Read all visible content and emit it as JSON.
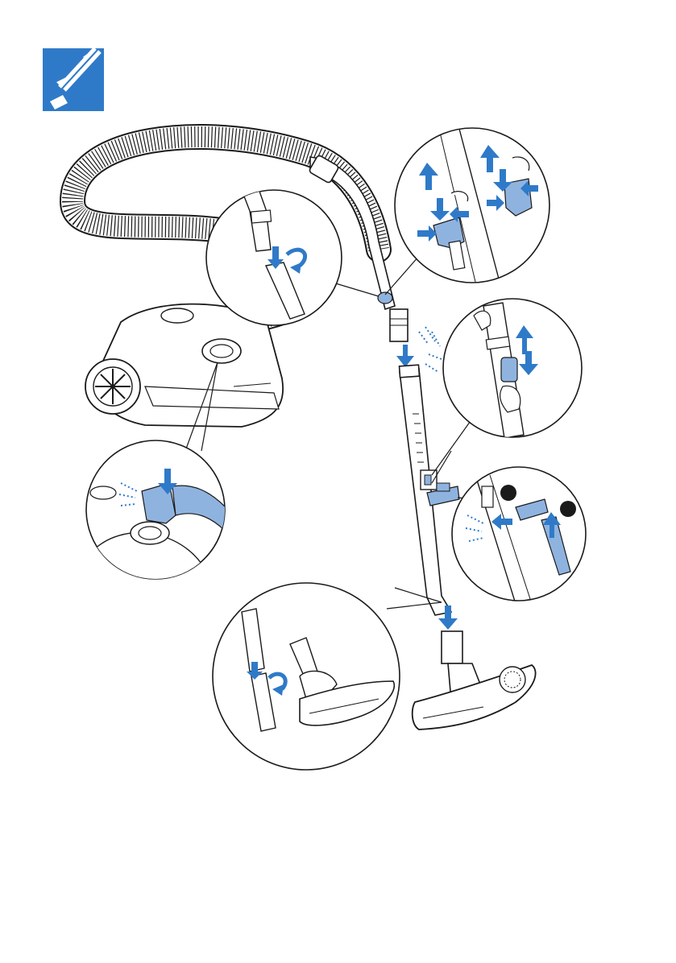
{
  "page": {
    "type": "assembly-instruction-illustration",
    "text_labels": []
  },
  "colors": {
    "accent_blue": "#2f7ac8",
    "light_blue": "#8fb3df",
    "line": "#1a1a1a",
    "background": "#ffffff"
  },
  "icons": {
    "section_icon": "assembly-tool-icon"
  },
  "callouts": [
    {
      "name": "hose-handle-detach-callout"
    },
    {
      "name": "hose-release-buttons-callout"
    },
    {
      "name": "tube-length-adjust-callout"
    },
    {
      "name": "hose-inlet-connect-callout"
    },
    {
      "name": "accessory-clip-callout"
    },
    {
      "name": "nozzle-attach-callout"
    }
  ],
  "step_markers": [
    {
      "name": "step-marker-1"
    },
    {
      "name": "step-marker-2"
    }
  ]
}
